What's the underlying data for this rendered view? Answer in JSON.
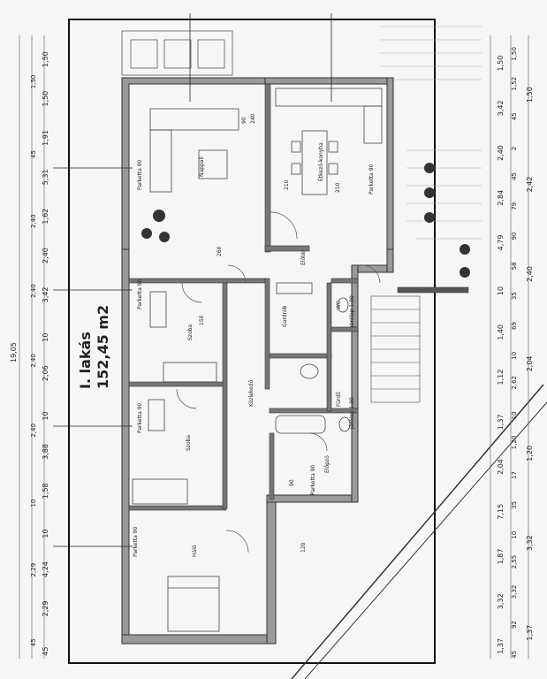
{
  "plan": {
    "title": "I. lakás",
    "area": "152,45 m2"
  },
  "rooms": [
    {
      "id": "nappali",
      "name": "Nappali",
      "floor": "Parketta 90"
    },
    {
      "id": "etkezo",
      "name": "Étkező-konyha",
      "floor": "Parketta 90"
    },
    {
      "id": "haloszoba_1",
      "name": "Szoba",
      "floor": "Parketta 90"
    },
    {
      "id": "haloszoba_2",
      "name": "Szoba",
      "floor": "Parketta 90"
    },
    {
      "id": "halo",
      "name": "Háló",
      "floor": "Parketta 90"
    },
    {
      "id": "kozlekedo",
      "name": "Közlekedő",
      "floor": ""
    },
    {
      "id": "gardrob",
      "name": "Gardrób",
      "floor": ""
    },
    {
      "id": "furdo",
      "name": "Fürdő",
      "floor": "Járólap 1,80"
    },
    {
      "id": "wc",
      "name": "WC",
      "floor": "Járólap 1,80"
    },
    {
      "id": "eloter",
      "name": "Előtér",
      "floor": ""
    },
    {
      "id": "elopzo",
      "name": "Előpzó",
      "floor": "Parketta 90"
    }
  ],
  "left_dims_outer": [
    "1,50",
    "1,50",
    "1,91",
    "5,31",
    "1,62",
    "2,40",
    "3,42",
    "10",
    "2,06",
    "10",
    "3,88",
    "1,58",
    "10",
    "4,24",
    "2,29",
    "45"
  ],
  "left_dims_inner": [
    "1,50",
    "45",
    "2,40",
    "2,40",
    "2,40",
    "2,40",
    "10",
    "2,29",
    "45"
  ],
  "left_total": "19,05",
  "right_dims_a": [
    "1,50",
    "3,42",
    "2,40",
    "2,84",
    "4,79",
    "10",
    "1,40",
    "1,12",
    "1,37",
    "2,04",
    "7,15",
    "1,87",
    "3,32",
    "1,37"
  ],
  "right_dims_b": [
    "1,50",
    "1,52",
    "45",
    "2",
    "45",
    "79",
    "90",
    "58",
    "35",
    "69",
    "10",
    "2,62",
    "10",
    "1,20",
    "17",
    "35",
    "10",
    "2,55",
    "3,32",
    "92",
    "45"
  ],
  "right_dims_c": [
    "1,50",
    "2,42",
    "2,40",
    "2,04",
    "1,20",
    "3,32",
    "1,37"
  ],
  "door_labels": [
    "90",
    "210",
    "150",
    "240",
    "260",
    "120",
    "90",
    "210"
  ]
}
